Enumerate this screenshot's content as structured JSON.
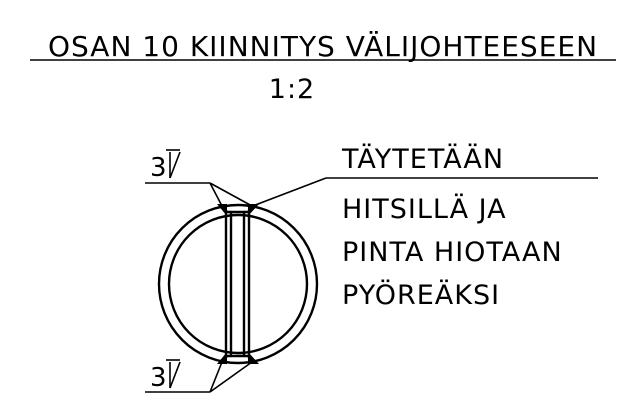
{
  "title": "OSAN 10 KIINNITYS VÄLIJOHTEESEEN",
  "scale": "1:2",
  "weld_top": {
    "size": "3",
    "symbol": "fillet-weld-symbol"
  },
  "weld_bottom": {
    "size": "3",
    "symbol": "fillet-weld-symbol"
  },
  "note_lines": [
    "TÄYTETÄÄN",
    "HITSILLÄ JA",
    "PINTA HIOTAAN",
    "PYÖREÄKSI"
  ]
}
